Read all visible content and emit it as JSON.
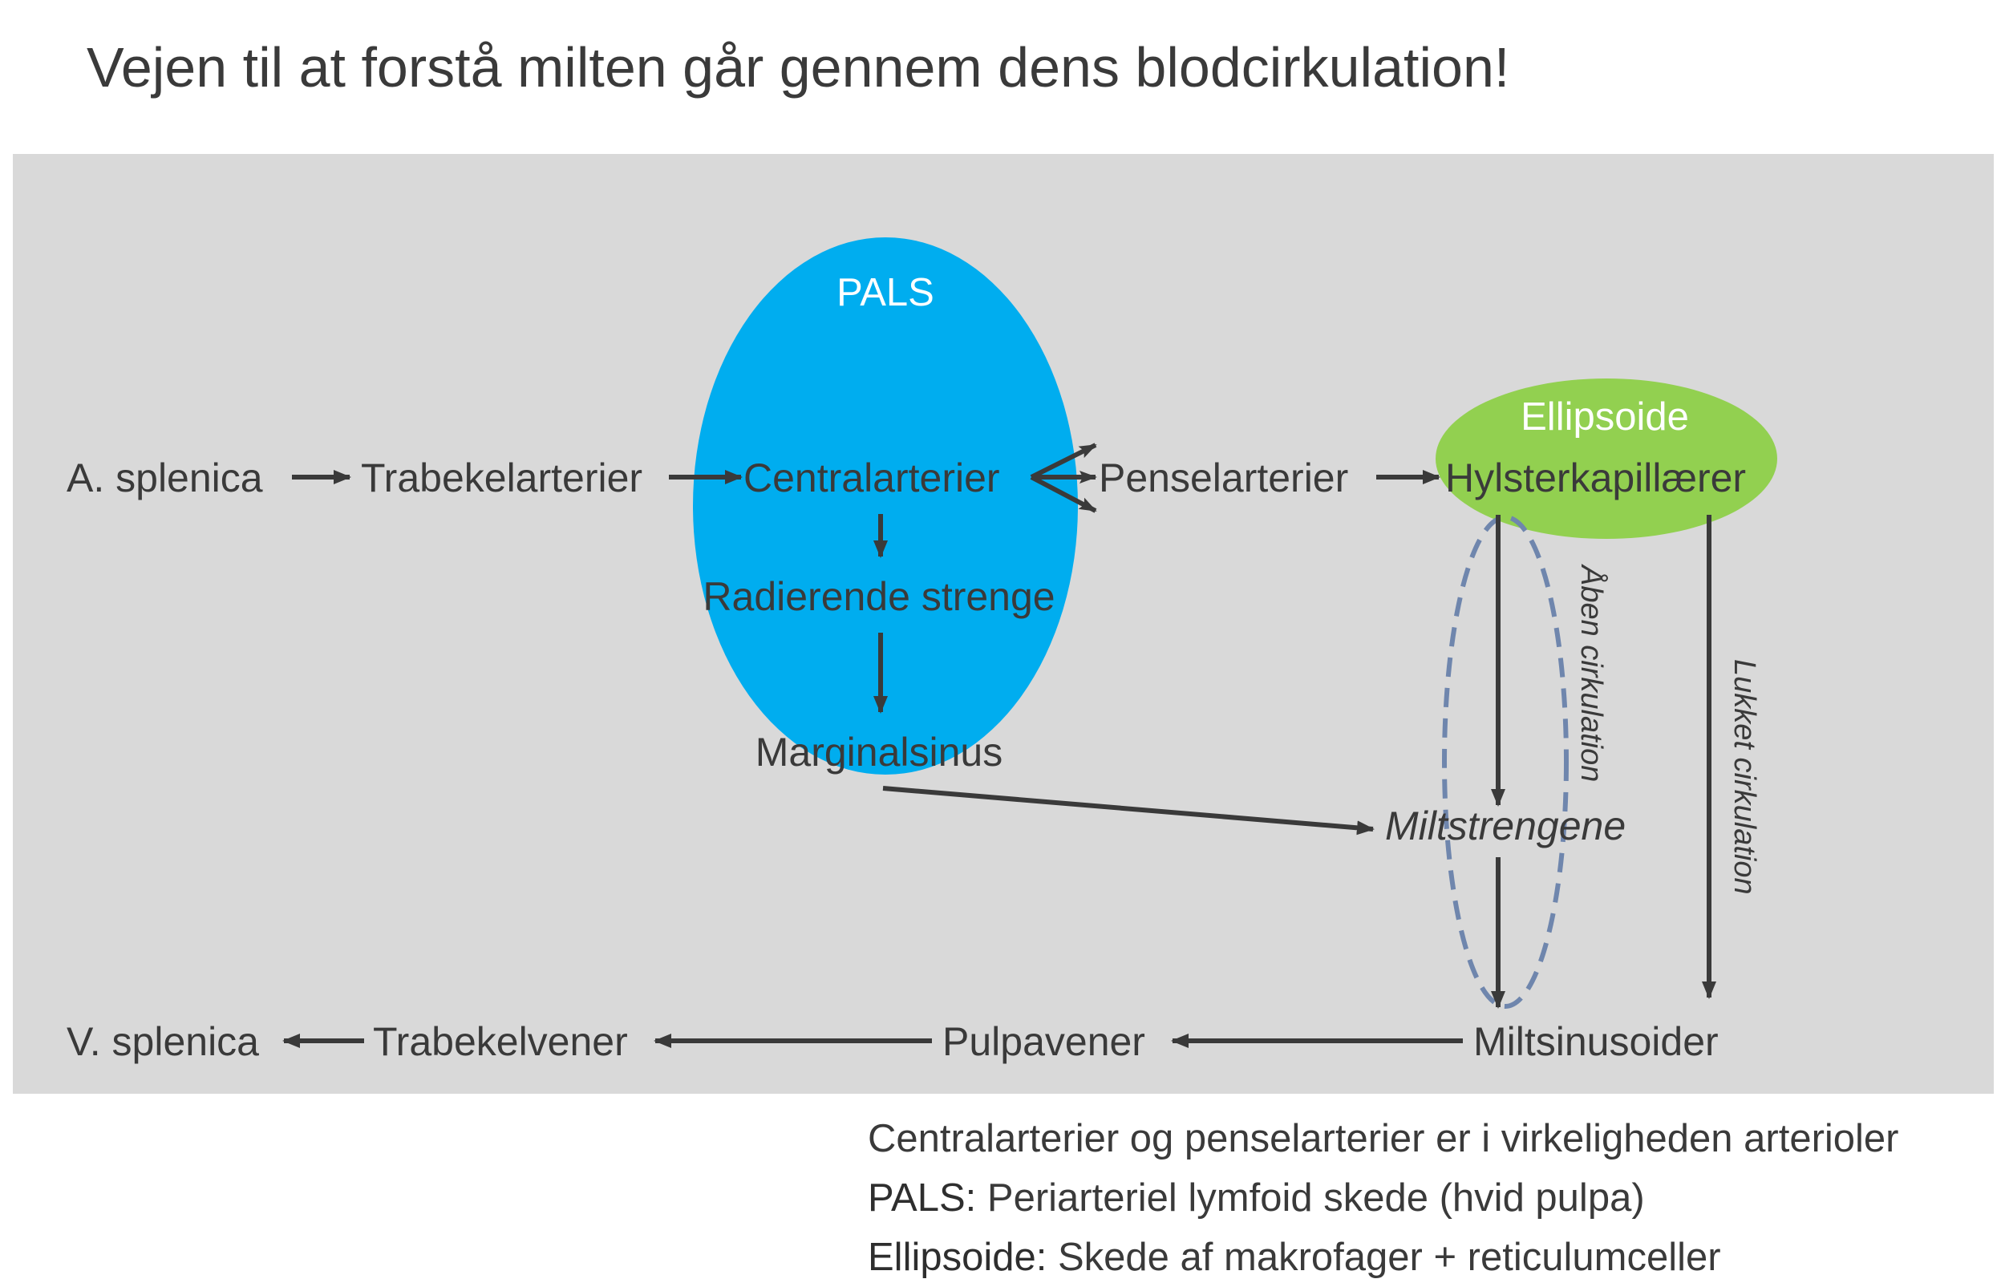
{
  "title": "Vejen til at forstå milten går gennem dens blodcirkulation!",
  "regions": {
    "pals": "PALS",
    "ellipsoide": "Ellipsoide"
  },
  "nodes": {
    "a_splenica": "A. splenica",
    "trabekelarterier": "Trabekelarterier",
    "centralarterier": "Centralarterier",
    "penselarterier": "Penselarterier",
    "hylsterkapillaerer": "Hylsterkapillærer",
    "radierende_strenge": "Radierende strenge",
    "marginalsinus": "Marginalsinus",
    "miltstrengene": "Miltstrengene",
    "miltsinusoider": "Miltsinusoider",
    "pulpavener": "Pulpavener",
    "trabekelvener": "Trabekelvener",
    "v_splenica": "V. splenica"
  },
  "paths": {
    "aaben_cirkulation": "Åben cirkulation",
    "lukket_cirkulation": "Lukket cirkulation"
  },
  "notes": [
    {
      "key": "",
      "text": "Centralarterier og penselarterier er i virkeligheden arterioler"
    },
    {
      "key": "PALS:",
      "text": " Periarteriel lymfoid skede (hvid pulpa)"
    },
    {
      "key": "Ellipsoide:",
      "text": " Skede af makrofager + reticulumceller"
    }
  ],
  "colors": {
    "background": "#d9d9d9",
    "pals_fill": "#00adef",
    "ellipsoide_fill": "#92d050",
    "open_circulation_outline": "#6f86ad",
    "arrow": "#3a3a3a",
    "text": "#3a3a3a"
  }
}
